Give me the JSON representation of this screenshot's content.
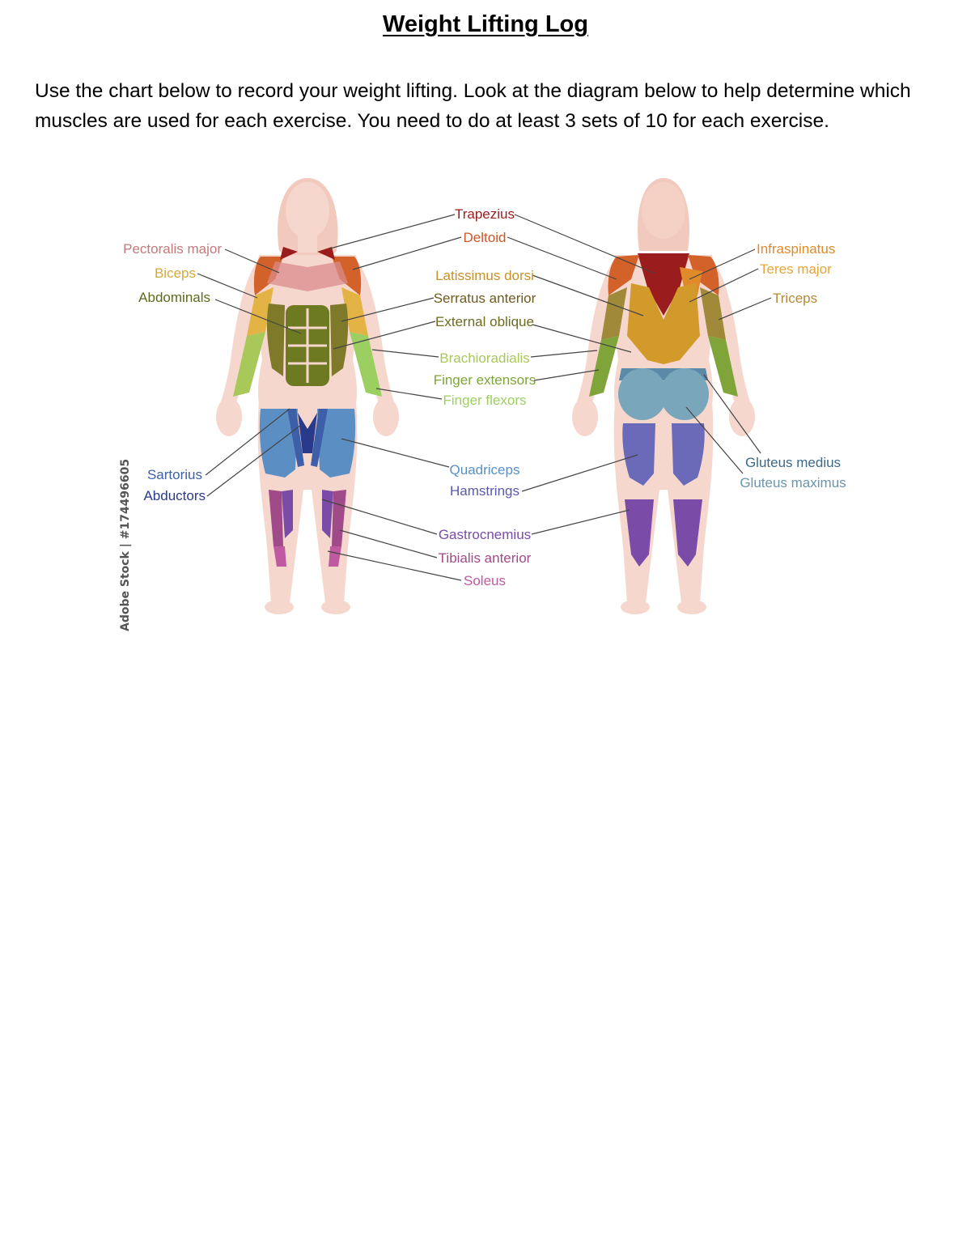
{
  "page": {
    "title": "Weight Lifting Log",
    "intro": "Use the chart below to record your weight lifting.  Look at the diagram below to help determine which muscles are used for each exercise.  You need to do at least 3 sets of 10 for each exercise."
  },
  "figure": {
    "credit": "Adobe Stock | #174496605",
    "labels": {
      "pectoralis_major": "Pectoralis major",
      "biceps": "Biceps",
      "abdominals": "Abdominals",
      "sartorius": "Sartorius",
      "abductors": "Abductors",
      "trapezius": "Trapezius",
      "deltoid": "Deltoid",
      "latissimus_dorsi": "Latissimus dorsi",
      "serratus_anterior": "Serratus anterior",
      "external_oblique": "External oblique",
      "brachioradialis": "Brachioradialis",
      "finger_extensors": "Finger extensors",
      "finger_flexors": "Finger flexors",
      "quadriceps": "Quadriceps",
      "hamstrings": "Hamstrings",
      "gastrocnemius": "Gastrocnemius",
      "tibialis_anterior": "Tibialis anterior",
      "soleus": "Soleus",
      "infraspinatus": "Infraspinatus",
      "teres_major": "Teres major",
      "triceps": "Triceps",
      "gluteus_medius": "Gluteus medius",
      "gluteus_maximus": "Gluteus maximus"
    },
    "colors": {
      "skin": "#f6d7cd",
      "skin_outline": "#e8b9a8",
      "hair": "#f2c9bd",
      "pectoralis": "#d98b8b",
      "biceps": "#e3b445",
      "abdominals": "#6e7a22",
      "trapezius": "#9b1c1c",
      "deltoid": "#d2622a",
      "latissimus": "#d29a2a",
      "serratus": "#8a6a22",
      "oblique": "#7e7a2a",
      "brachioradialis": "#a8c85a",
      "finger_extensors": "#7fa43a",
      "finger_flexors": "#9ccf62",
      "quadriceps": "#5b8fc4",
      "sartorius": "#3d5fa8",
      "abductors": "#2a3a8a",
      "hamstrings": "#6a6ab8",
      "gastrocnemius": "#7a4ca8",
      "tibialis": "#a04a8a",
      "soleus": "#c05aa0",
      "infraspinatus": "#e08a2a",
      "teres_major": "#e6a63a",
      "triceps": "#c09a3a",
      "gluteus_medius": "#5a8aa8",
      "gluteus_maximus": "#7aa6bc",
      "leader_line": "#444444"
    }
  }
}
